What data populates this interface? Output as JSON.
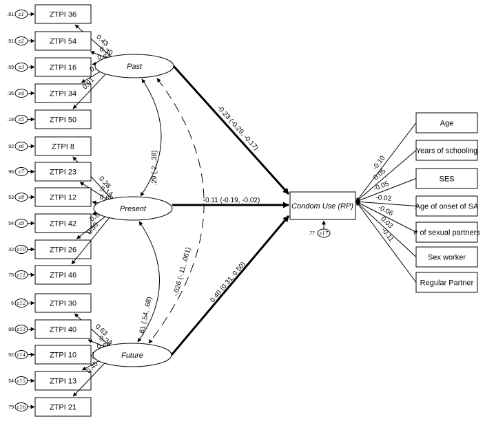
{
  "latents": {
    "past": "Past",
    "present": "Present",
    "future": "Future"
  },
  "outcome": {
    "label": "Condom Use (RP)",
    "error": "ε17",
    "variance": ".77"
  },
  "past_items": [
    {
      "label": "ZTPI 36",
      "error": "ε1",
      "variance": ".81",
      "loading": "0.43"
    },
    {
      "label": "ZTPI 54",
      "error": "ε2",
      "variance": ".91",
      "loading": "0.30"
    },
    {
      "label": "ZTPI 16",
      "error": "ε3",
      "variance": ".59",
      "loading": "0.64"
    },
    {
      "label": "ZTPI 34",
      "error": "ε4",
      "variance": ".35",
      "loading": "0.81"
    },
    {
      "label": "ZTPI 50",
      "error": "ε5",
      "variance": ".18",
      "loading": "0.91"
    }
  ],
  "present_items": [
    {
      "label": "ZTPI 8",
      "error": "ε6",
      "variance": "92",
      "loading": "0.28"
    },
    {
      "label": "ZTPI 23",
      "error": "ε7",
      "variance": "96",
      "loading": "0.14"
    },
    {
      "label": "ZTPI 12",
      "error": "ε8",
      "variance": "53",
      "loading": "0.68"
    },
    {
      "label": "ZTPI 42",
      "error": "ε9",
      "variance": "54",
      "loading": "0.68"
    },
    {
      "label": "ZTPI 26",
      "error": "ε10",
      "variance": "32",
      "loading": "0.82"
    },
    {
      "label": "ZTPI 46",
      "error": "ε11",
      "variance": "75",
      "loading": "0.50"
    }
  ],
  "future_items": [
    {
      "label": "ZTPI 30",
      "error": "ε12",
      "variance": "6",
      "loading": "0.63"
    },
    {
      "label": "ZTPI 40",
      "error": "ε13",
      "variance": "88",
      "loading": "0.34"
    },
    {
      "label": "ZTPI 10",
      "error": "ε14",
      "variance": "52",
      "loading": "0.69"
    },
    {
      "label": "ZTPI 13",
      "error": "ε15",
      "variance": ".54",
      "loading": "0.68"
    },
    {
      "label": "ZTPI 21",
      "error": "ε16",
      "variance": "79",
      "loading": "0.45"
    }
  ],
  "paths": {
    "past_to_outcome": "-0.23 (-0.29, -0.17)",
    "present_to_outcome": "-0.11 (-0.19, -0.02)",
    "future_to_outcome": "0.40 (0.31, 0.50)"
  },
  "correlations": {
    "past_present": ".29 (.2, .38)",
    "present_future": ".61 (.54, .68)",
    "past_future": "-.026 (-.11, .061)"
  },
  "covariates": [
    {
      "label": "Age",
      "coef": "-0.10"
    },
    {
      "label": "Years of schooling",
      "coef": "0.05"
    },
    {
      "label": "SES",
      "coef": "-0.05"
    },
    {
      "label": "Age of onset of SA",
      "coef": "-0.02"
    },
    {
      "label": "# of sexual partners",
      "coef": "-0.06"
    },
    {
      "label": "Sex worker",
      "coef": "0.03"
    },
    {
      "label": "Regular Partner",
      "coef": "-0.11"
    }
  ]
}
